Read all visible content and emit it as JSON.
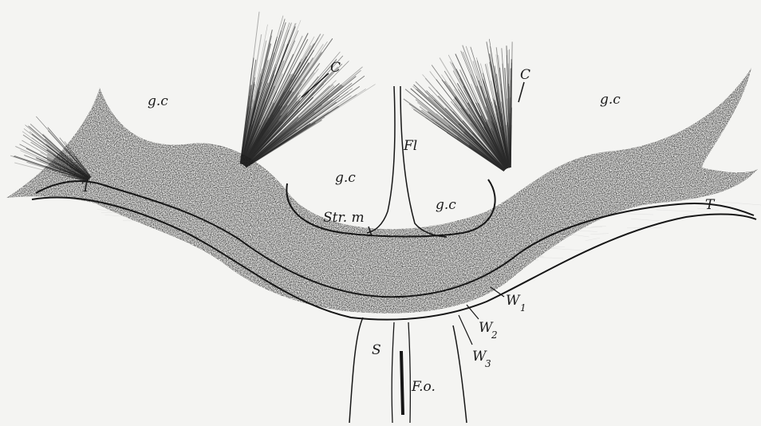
{
  "figure": {
    "labels": {
      "gc_left_top": "g.c",
      "gc_right_top": "g.c",
      "gc_center_left": "g.c",
      "gc_center_right": "g.c",
      "c_left": "C",
      "c_right": "C",
      "fl": "Fl",
      "t_left": "T",
      "t_right": "T",
      "strm": "Str. m",
      "s": "S",
      "fo": "F.o.",
      "w1": "W",
      "w1_sub": "1",
      "w2": "W",
      "w2_sub": "2",
      "w3": "W",
      "w3_sub": "3"
    },
    "colors": {
      "background": "#f4f4f2",
      "ink": "#161616",
      "hatch": "#2a2a2a"
    }
  }
}
